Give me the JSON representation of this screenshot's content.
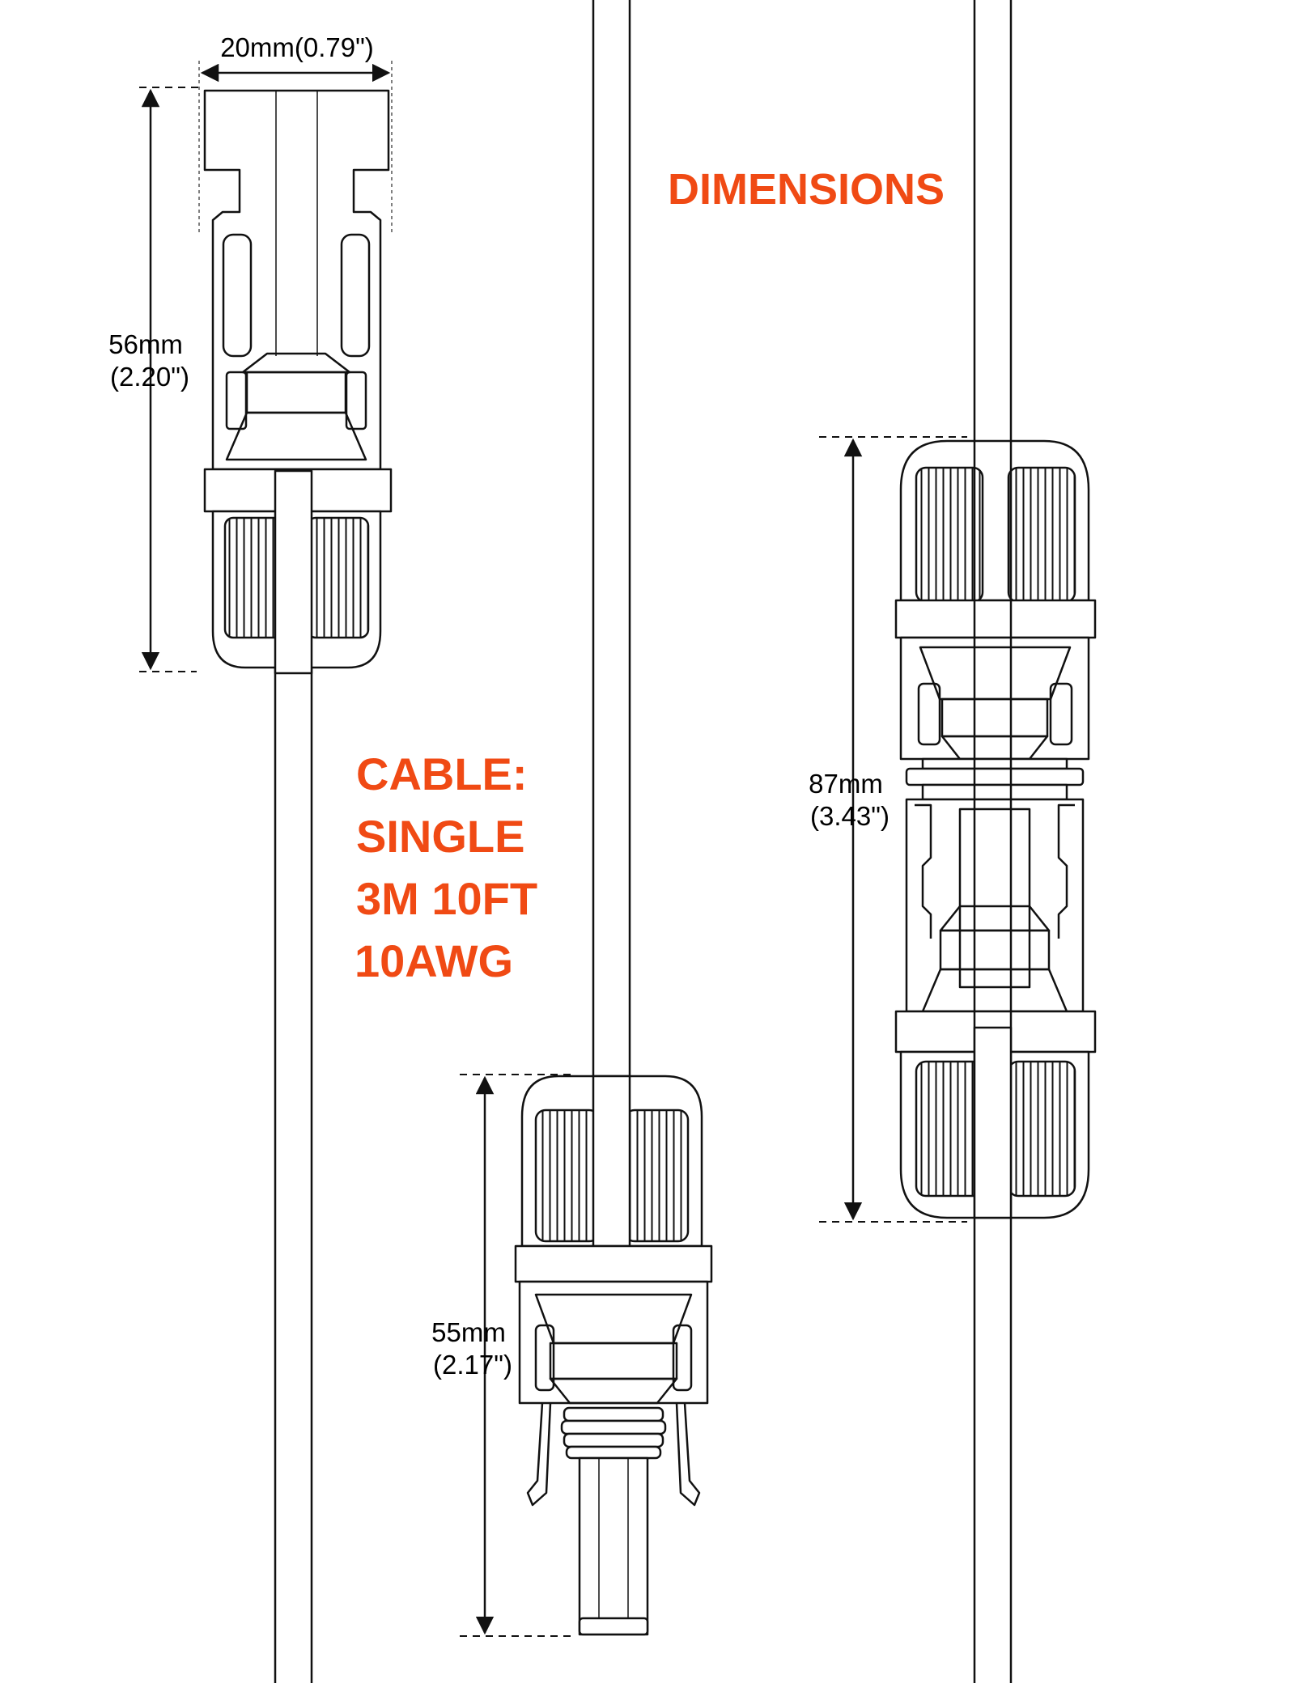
{
  "title": "DIMENSIONS",
  "cable_spec": {
    "lines": [
      "CABLE:",
      "SINGLE",
      "3M 10FT",
      "10AWG"
    ]
  },
  "dimensions": {
    "width_top": "20mm(0.79\")",
    "female_height": {
      "mm": "56mm",
      "inch": "(2.20\")"
    },
    "male_height": {
      "mm": "55mm",
      "inch": "(2.17\")"
    },
    "assembled_height": {
      "mm": "87mm",
      "inch": "(3.43\")"
    }
  },
  "colors": {
    "accent": "#f04a14",
    "line": "#111111",
    "background": "#ffffff"
  }
}
